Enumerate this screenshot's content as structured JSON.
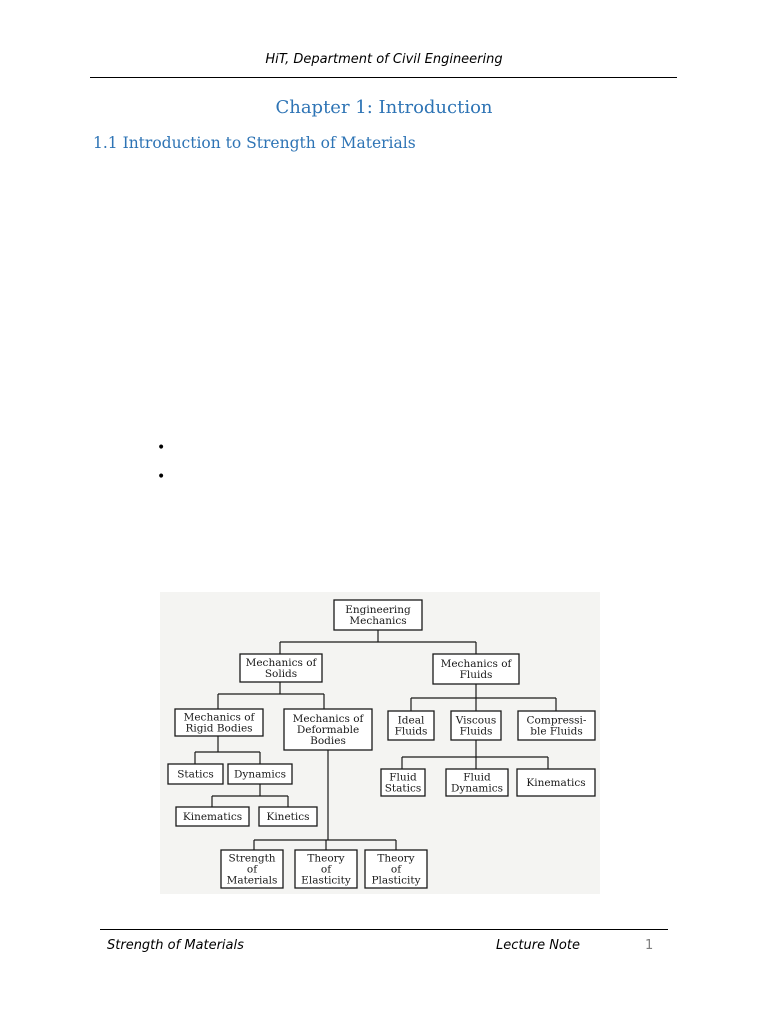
{
  "header": {
    "text": "HiT, Department of Civil Engineering"
  },
  "chapter": {
    "title": "Chapter 1: Introduction"
  },
  "section": {
    "heading": "1.1 Introduction to Strength of Materials"
  },
  "bullets": [
    "•",
    "•"
  ],
  "diagram": {
    "nodes": [
      {
        "id": "engineering-mechanics",
        "lines": [
          "Engineering",
          "Mechanics"
        ]
      },
      {
        "id": "mechanics-of-solids",
        "lines": [
          "Mechanics of",
          "Solids"
        ]
      },
      {
        "id": "mechanics-of-fluids",
        "lines": [
          "Mechanics of",
          "Fluids"
        ]
      },
      {
        "id": "mechanics-of-rigid-bodies",
        "lines": [
          "Mechanics of",
          "Rigid Bodies"
        ]
      },
      {
        "id": "mechanics-of-deformable-bodies",
        "lines": [
          "Mechanics of",
          "Deformable",
          "Bodies"
        ]
      },
      {
        "id": "ideal-fluids",
        "lines": [
          "Ideal",
          "Fluids"
        ]
      },
      {
        "id": "viscous-fluids",
        "lines": [
          "Viscous",
          "Fluids"
        ]
      },
      {
        "id": "compressible-fluids",
        "lines": [
          "Compressi-",
          "ble Fluids"
        ]
      },
      {
        "id": "statics",
        "lines": [
          "Statics"
        ]
      },
      {
        "id": "dynamics",
        "lines": [
          "Dynamics"
        ]
      },
      {
        "id": "fluid-statics",
        "lines": [
          "Fluid",
          "Statics"
        ]
      },
      {
        "id": "fluid-dynamics",
        "lines": [
          "Fluid",
          "Dynamics"
        ]
      },
      {
        "id": "fluid-kinematics",
        "lines": [
          "Kinematics"
        ]
      },
      {
        "id": "kinematics",
        "lines": [
          "Kinematics"
        ]
      },
      {
        "id": "kinetics",
        "lines": [
          "Kinetics"
        ]
      },
      {
        "id": "strength-of-materials",
        "lines": [
          "Strength",
          "of",
          "Materials"
        ]
      },
      {
        "id": "theory-of-elasticity",
        "lines": [
          "Theory",
          "of",
          "Elasticity"
        ]
      },
      {
        "id": "theory-of-plasticity",
        "lines": [
          "Theory",
          "of",
          "Plasticity"
        ]
      }
    ]
  },
  "footer": {
    "left": "Strength of Materials",
    "middle": "Lecture Note",
    "page_number": "1"
  }
}
